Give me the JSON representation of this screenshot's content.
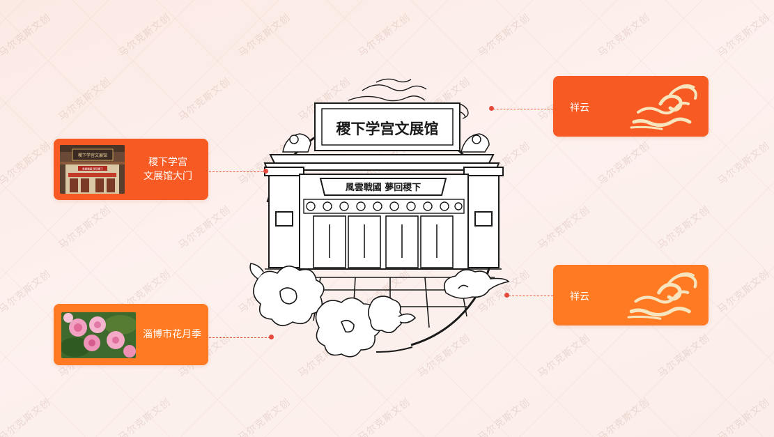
{
  "watermark": "马尔克斯文创",
  "callouts": {
    "gate": {
      "label": "稷下学宫\n文展馆大门"
    },
    "flower": {
      "label": "淄博市花月季"
    },
    "cloud_top": {
      "label": "祥云"
    },
    "cloud_bottom": {
      "label": "祥云"
    }
  },
  "emblem": {
    "plaque": "稷下学宫文展馆",
    "banner": "風雲戰國  夢回稷下"
  },
  "gate_photo": {
    "sign": "稷下学宫文展馆",
    "banner": "風雲戰國  夢回稷下"
  },
  "colors": {
    "card_orange": "#f55a24",
    "card_orange_light": "#ff7626",
    "accent_dot": "#e5493b",
    "cloud_cream": "#f8e4bd",
    "line_art": "#1a1a1a"
  }
}
